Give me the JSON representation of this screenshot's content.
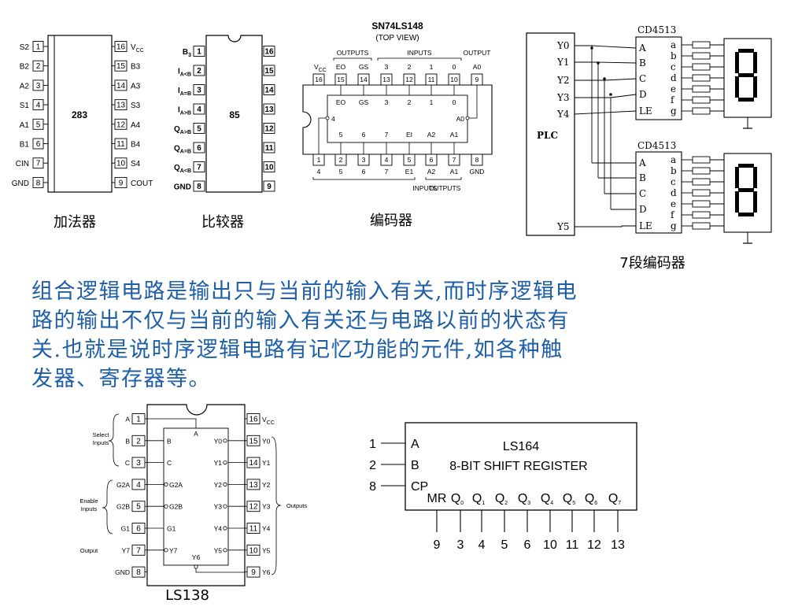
{
  "labels": {
    "adder_chip": "283",
    "adder_caption": "加法器",
    "comparator_chip": "85",
    "comparator_caption": "比较器",
    "encoder_title": "SN74LS148",
    "encoder_subtitle": "(TOP VIEW)",
    "encoder_caption": "编码器",
    "encoder_outputs": "OUTPUTS",
    "encoder_inputs": "INPUTS",
    "encoder_output": "OUTPUT",
    "seg_caption": "7段编码器",
    "seg_chip": "CD4513",
    "plc": "PLC",
    "decoder_caption": "LS138",
    "select_inputs": "Select Inputs",
    "enable_inputs": "Enable Inputs",
    "output_label": "Output",
    "outputs_label": "Outputs",
    "shift_chip": "LS164",
    "shift_desc": "8-BIT SHIFT REGISTER"
  },
  "paragraph": [
    "组合逻辑电路是输出只与当前的输入有关,而时序逻辑电",
    "路的输出不仅与当前的输入有关还与电路以前的状态有",
    "关.也就是说时序逻辑电路有记忆功能的元件,如各种触",
    "发器、寄存器等。"
  ],
  "adder": {
    "left": [
      [
        "S2",
        "1"
      ],
      [
        "B2",
        "2"
      ],
      [
        "A2",
        "3"
      ],
      [
        "S1",
        "4"
      ],
      [
        "A1",
        "5"
      ],
      [
        "B1",
        "6"
      ],
      [
        "CIN",
        "7"
      ],
      [
        "GND",
        "8"
      ]
    ],
    "right": [
      [
        "16",
        "VCC"
      ],
      [
        "15",
        "B3"
      ],
      [
        "14",
        "A3"
      ],
      [
        "13",
        "S3"
      ],
      [
        "12",
        "A4"
      ],
      [
        "11",
        "B4"
      ],
      [
        "10",
        "S4"
      ],
      [
        "9",
        "COUT"
      ]
    ]
  },
  "comparator": {
    "left": [
      [
        "B3",
        "1"
      ],
      [
        "IA<B",
        "2"
      ],
      [
        "IA=B",
        "3"
      ],
      [
        "IA>B",
        "4"
      ],
      [
        "QA>B",
        "5"
      ],
      [
        "QA=B",
        "6"
      ],
      [
        "QA<B",
        "7"
      ],
      [
        "GND",
        "8"
      ]
    ],
    "right": [
      "16",
      "15",
      "14",
      "13",
      "12",
      "11",
      "10",
      "9"
    ]
  },
  "encoder": {
    "top_nums": [
      "16",
      "15",
      "14",
      "13",
      "12",
      "11",
      "10",
      "9"
    ],
    "top_labels": [
      "VCC",
      "EO",
      "GS",
      "3",
      "2",
      "1",
      "0",
      "A0"
    ],
    "inner_top": [
      "EO",
      "GS",
      "3",
      "2",
      "1",
      "0"
    ],
    "inner_bottom": [
      "5",
      "6",
      "7",
      "EI",
      "A2",
      "A1"
    ],
    "bottom_nums": [
      "1",
      "2",
      "3",
      "4",
      "5",
      "6",
      "7",
      "8"
    ],
    "bottom_labels": [
      "4",
      "5",
      "6",
      "7",
      "E1",
      "A2",
      "A1",
      "GND"
    ],
    "inner_left": "4",
    "inner_right": "A0"
  },
  "seg": {
    "plc_pins": [
      "Y0",
      "Y1",
      "Y2",
      "Y3",
      "Y4",
      "Y5"
    ],
    "chip_inputs": [
      "A",
      "B",
      "C",
      "D",
      "LE"
    ],
    "chip_outputs": [
      "a",
      "b",
      "c",
      "d",
      "e",
      "f",
      "g"
    ],
    "digit": "8"
  },
  "decoder": {
    "left": [
      [
        "A",
        "1"
      ],
      [
        "B",
        "2"
      ],
      [
        "C",
        "3"
      ],
      [
        "G2A",
        "4"
      ],
      [
        "G2B",
        "5"
      ],
      [
        "G1",
        "6"
      ],
      [
        "Y7",
        "7"
      ],
      [
        "GND",
        "8"
      ]
    ],
    "inner_left": [
      "B",
      "C",
      "G2A",
      "G2B",
      "G1",
      "Y7"
    ],
    "inner_a": "A",
    "inner_right": [
      "Y0",
      "Y1",
      "Y2",
      "Y3",
      "Y4",
      "Y5"
    ],
    "inner_y6": "Y6",
    "right": [
      [
        "16",
        "VCC"
      ],
      [
        "15",
        "Y0"
      ],
      [
        "14",
        "Y1"
      ],
      [
        "13",
        "Y2"
      ],
      [
        "12",
        "Y3"
      ],
      [
        "11",
        "Y4"
      ],
      [
        "10",
        "Y5"
      ],
      [
        "9",
        "Y6"
      ]
    ]
  },
  "shift": {
    "inputs": [
      [
        "1",
        "A"
      ],
      [
        "2",
        "B"
      ],
      [
        "8",
        "CP"
      ]
    ],
    "mr": "MR",
    "outputs": [
      "Q0",
      "Q1",
      "Q2",
      "Q3",
      "Q4",
      "Q5",
      "Q6",
      "Q7"
    ],
    "bottom_pins": [
      "9",
      "3",
      "4",
      "5",
      "6",
      "10",
      "11",
      "12",
      "13"
    ]
  }
}
